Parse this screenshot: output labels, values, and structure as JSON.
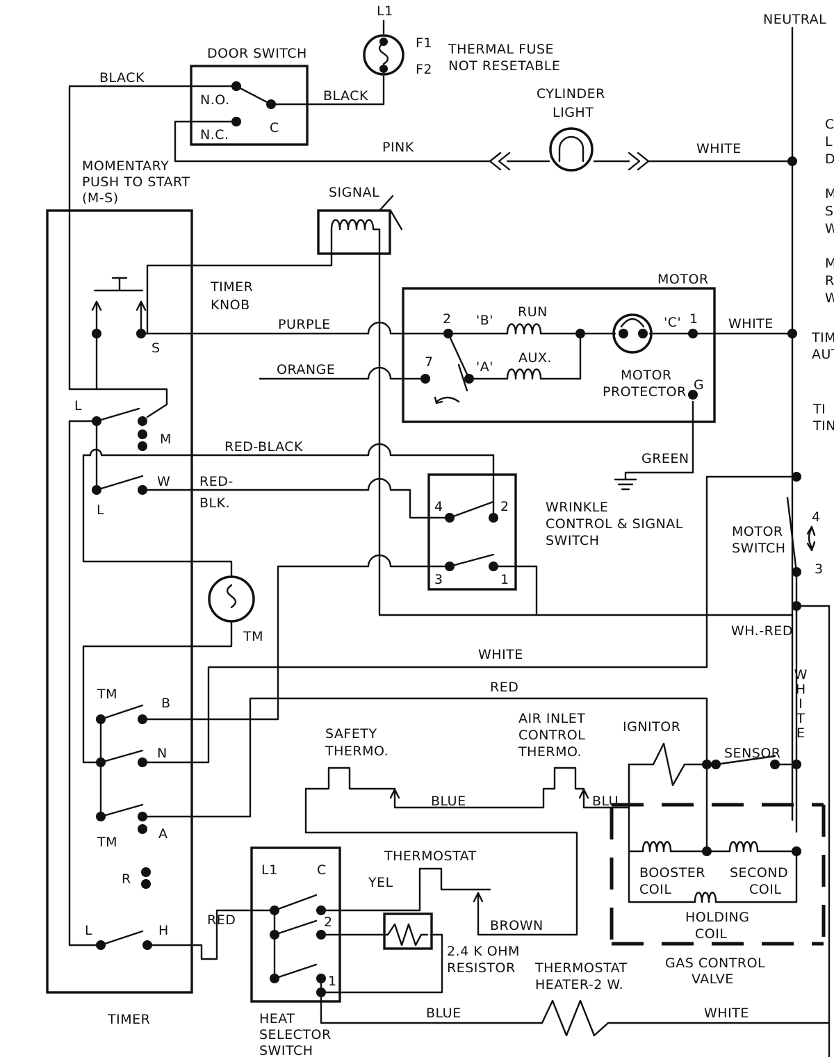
{
  "labels": {
    "l1": "L1",
    "f1": "F1",
    "f2": "F2",
    "neutral": "NEUTRAL",
    "thermal_fuse_1": "THERMAL FUSE",
    "thermal_fuse_2": "NOT RESETABLE",
    "door_switch": "DOOR SWITCH",
    "no": "N.O.",
    "nc": "N.C.",
    "c": "C",
    "black_1": "BLACK",
    "black_2": "BLACK",
    "cylinder_light_1": "CYLINDER",
    "cylinder_light_2": "LIGHT",
    "pink": "PINK",
    "white_top": "WHITE",
    "momentary_1": "MOMENTARY",
    "momentary_2": "PUSH TO START",
    "momentary_3": "(M-S)",
    "signal": "SIGNAL",
    "timer_knob_1": "TIMER",
    "timer_knob_2": "KNOB",
    "motor": "MOTOR",
    "purple": "PURPLE",
    "orange": "ORANGE",
    "t2": "2",
    "tB": "'B'",
    "run": "RUN",
    "tC": "'C'",
    "t1": "1",
    "white_motor": "WHITE",
    "t7": "7",
    "tA": "'A'",
    "aux": "AUX.",
    "motor_protector_1": "MOTOR",
    "motor_protector_2": "PROTECTOR",
    "g": "G",
    "s": "S",
    "l_upper": "L",
    "m": "M",
    "w": "W",
    "l_mid": "L",
    "red_black": "RED-BLACK",
    "red_blk_1": "RED-",
    "red_blk_2": "BLK.",
    "green": "GREEN",
    "wc4": "4",
    "wc2": "2",
    "wc3": "3",
    "wc1": "1",
    "wrinkle_1": "WRINKLE",
    "wrinkle_2": "CONTROL & SIGNAL",
    "wrinkle_3": "SWITCH",
    "motor_switch_1": "MOTOR",
    "motor_switch_2": "SWITCH",
    "ms4": "4",
    "ms3": "3",
    "tm_motor": "TM",
    "wh_red": "WH.-RED",
    "white_mid": "WHITE",
    "red_mid": "RED",
    "tm_b": "TM",
    "b": "B",
    "n": "N",
    "tm_a": "TM",
    "a": "A",
    "r": "R",
    "l_low": "L",
    "h": "H",
    "timer": "TIMER",
    "safety_1": "SAFETY",
    "safety_2": "THERMO.",
    "air_inlet_1": "AIR INLET",
    "air_inlet_2": "CONTROL",
    "air_inlet_3": "THERMO.",
    "ignitor": "IGNITOR",
    "sensor": "SENSOR",
    "blue_mid": "BLUE",
    "blu": "BLU.",
    "white_vertical": "WHITE",
    "booster_1": "BOOSTER",
    "booster_2": "COIL",
    "second_1": "SECOND",
    "second_2": "COIL",
    "holding_1": "HOLDING",
    "holding_2": "COIL",
    "gas_valve_1": "GAS CONTROL",
    "gas_valve_2": "VALVE",
    "hs_l1": "L1",
    "hs_c": "C",
    "hs_2": "2",
    "hs_1": "1",
    "thermostat": "THERMOSTAT",
    "yel": "YEL",
    "brown": "BROWN",
    "red_low": "RED",
    "resistor_1": "2.4 K OHM",
    "resistor_2": "RESISTOR",
    "heater_1": "THERMOSTAT",
    "heater_2": "HEATER-2 W.",
    "blue_bottom": "BLUE",
    "white_bottom": "WHITE",
    "heat_selector_1": "HEAT",
    "heat_selector_2": "SELECTOR",
    "heat_selector_3": "SWITCH",
    "edge_c": "C",
    "edge_l": "L",
    "edge_d": "D",
    "edge_m1": "M",
    "edge_s": "S",
    "edge_w1": "W",
    "edge_m2": "M",
    "edge_r": "R",
    "edge_w2": "W",
    "edge_tim": "TIM",
    "edge_aut": "AUT",
    "edge_ti": "TI",
    "edge_tin": "TIN"
  }
}
